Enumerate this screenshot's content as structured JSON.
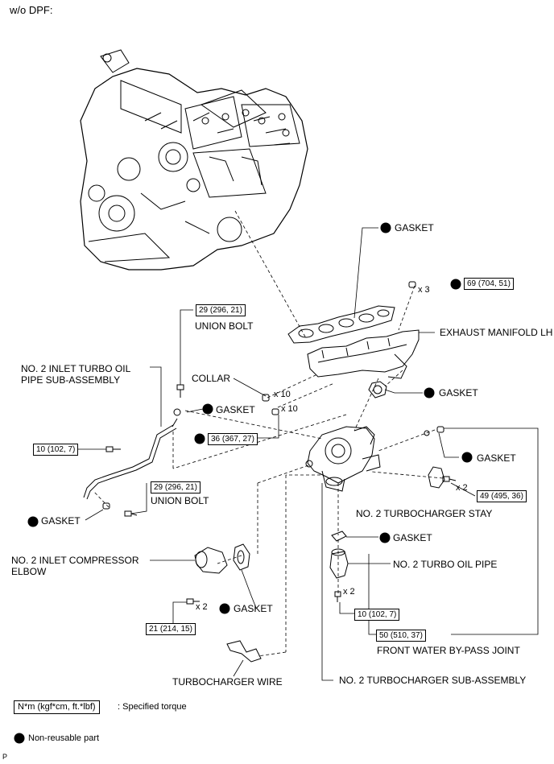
{
  "header": "w/o DPF:",
  "labels": {
    "gasket_top": "GASKET",
    "exhaust_manifold": "EXHAUST MANIFOLD LH",
    "gasket_mid_right": "GASKET",
    "collar": "COLLAR",
    "gasket_union": "GASKET",
    "union_bolt_top": "UNION BOLT",
    "oil_pipe_line1": "NO. 2 INLET TURBO OIL",
    "oil_pipe_line2": "PIPE SUB-ASSEMBLY",
    "gasket_right": "GASKET",
    "union_bolt_bottom": "UNION BOLT",
    "gasket_left": "GASKET",
    "stay": "NO. 2 TURBOCHARGER STAY",
    "gasket_oilpipe": "GASKET",
    "turbo_oil_pipe": "NO. 2 TURBO OIL PIPE",
    "elbow_line1": "NO. 2 INLET COMPRESSOR",
    "elbow_line2": "ELBOW",
    "gasket_elbow": "GASKET",
    "water_bypass": "FRONT WATER BY-PASS JOINT",
    "turbo_wire": "TURBOCHARGER WIRE",
    "turbo_assembly": "NO. 2 TURBOCHARGER SUB-ASSEMBLY"
  },
  "quantities": {
    "x3": "x 3",
    "x10_collar": "x 10",
    "x10_nut": "x 10",
    "x2_stay": "x 2",
    "x2_oilpipe": "x 2",
    "x2_elbow": "x 2"
  },
  "torques": {
    "manifold_nut": "69 (704, 51)",
    "union_bolt_top": "29 (296, 21)",
    "pipe_bolt": "10 (102, 7)",
    "manifold_stud": "36 (367, 27)",
    "union_bolt_bottom": "29 (296, 21)",
    "stay_bolt": "49 (495, 36)",
    "oilpipe_bolt": "10 (102, 7)",
    "elbow_bolt": "21 (214, 15)",
    "water_bypass": "50 (510, 37)"
  },
  "legend": {
    "torque_unit": "N*m (kgf*cm, ft.*lbf)",
    "torque_text": ": Specified torque",
    "nonreusable_text": "Non-reusable part"
  },
  "footer_code": "P"
}
